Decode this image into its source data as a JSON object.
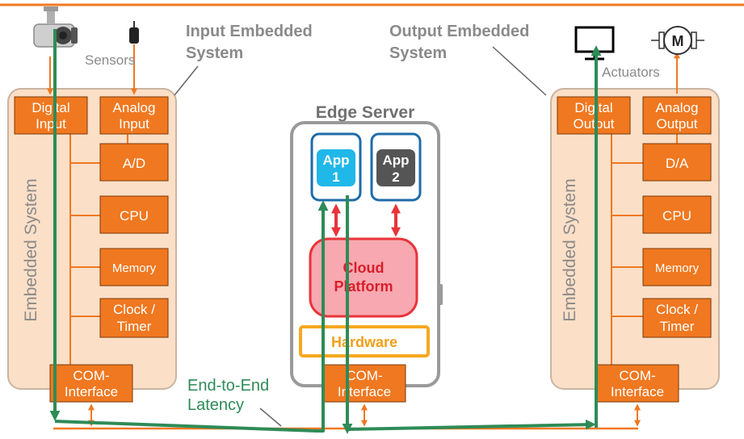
{
  "colors": {
    "orange": "#f07820",
    "orange_light": "#fbdfc7",
    "green": "#2e8b57",
    "red": "#e8343a",
    "pink": "#f7a8b0",
    "yellow": "#f5a81f",
    "blue": "#1e6ba8",
    "cyan": "#20b8e8",
    "darkgray": "#555555",
    "gray_label": "#8a8a8a",
    "server_border": "#9a9a9a"
  },
  "labels": {
    "sensors": "Sensors",
    "actuators": "Actuators",
    "input_system": [
      "Input Embedded",
      "System"
    ],
    "output_system": [
      "Output Embedded",
      "System"
    ],
    "edge_server": "Edge Server",
    "latency": [
      "End-to-End",
      "Latency"
    ]
  },
  "left_system": {
    "vertical_label": "Embedded System",
    "digital": [
      "Digital",
      "Input"
    ],
    "analog": [
      "Analog",
      "Input"
    ],
    "converter": "A/D",
    "cpu": "CPU",
    "memory": "Memory",
    "clock": [
      "Clock /",
      "Timer"
    ],
    "com": [
      "COM-",
      "Interface"
    ]
  },
  "right_system": {
    "vertical_label": "Embedded System",
    "digital": [
      "Digital",
      "Output"
    ],
    "analog": [
      "Analog",
      "Output"
    ],
    "converter": "D/A",
    "cpu": "CPU",
    "memory": "Memory",
    "clock": [
      "Clock /",
      "Timer"
    ],
    "com": [
      "COM-",
      "Interface"
    ]
  },
  "server": {
    "app1": [
      "App",
      "1"
    ],
    "app2": [
      "App",
      "2"
    ],
    "cloud": [
      "Cloud",
      "Platform"
    ],
    "hardware": "Hardware",
    "com": [
      "COM-",
      "Interface"
    ]
  },
  "icons": {
    "camera": "camera-icon",
    "sensor": "analog-sensor-icon",
    "monitor": "monitor-icon",
    "motor": "motor-icon",
    "motor_letter": "M"
  }
}
